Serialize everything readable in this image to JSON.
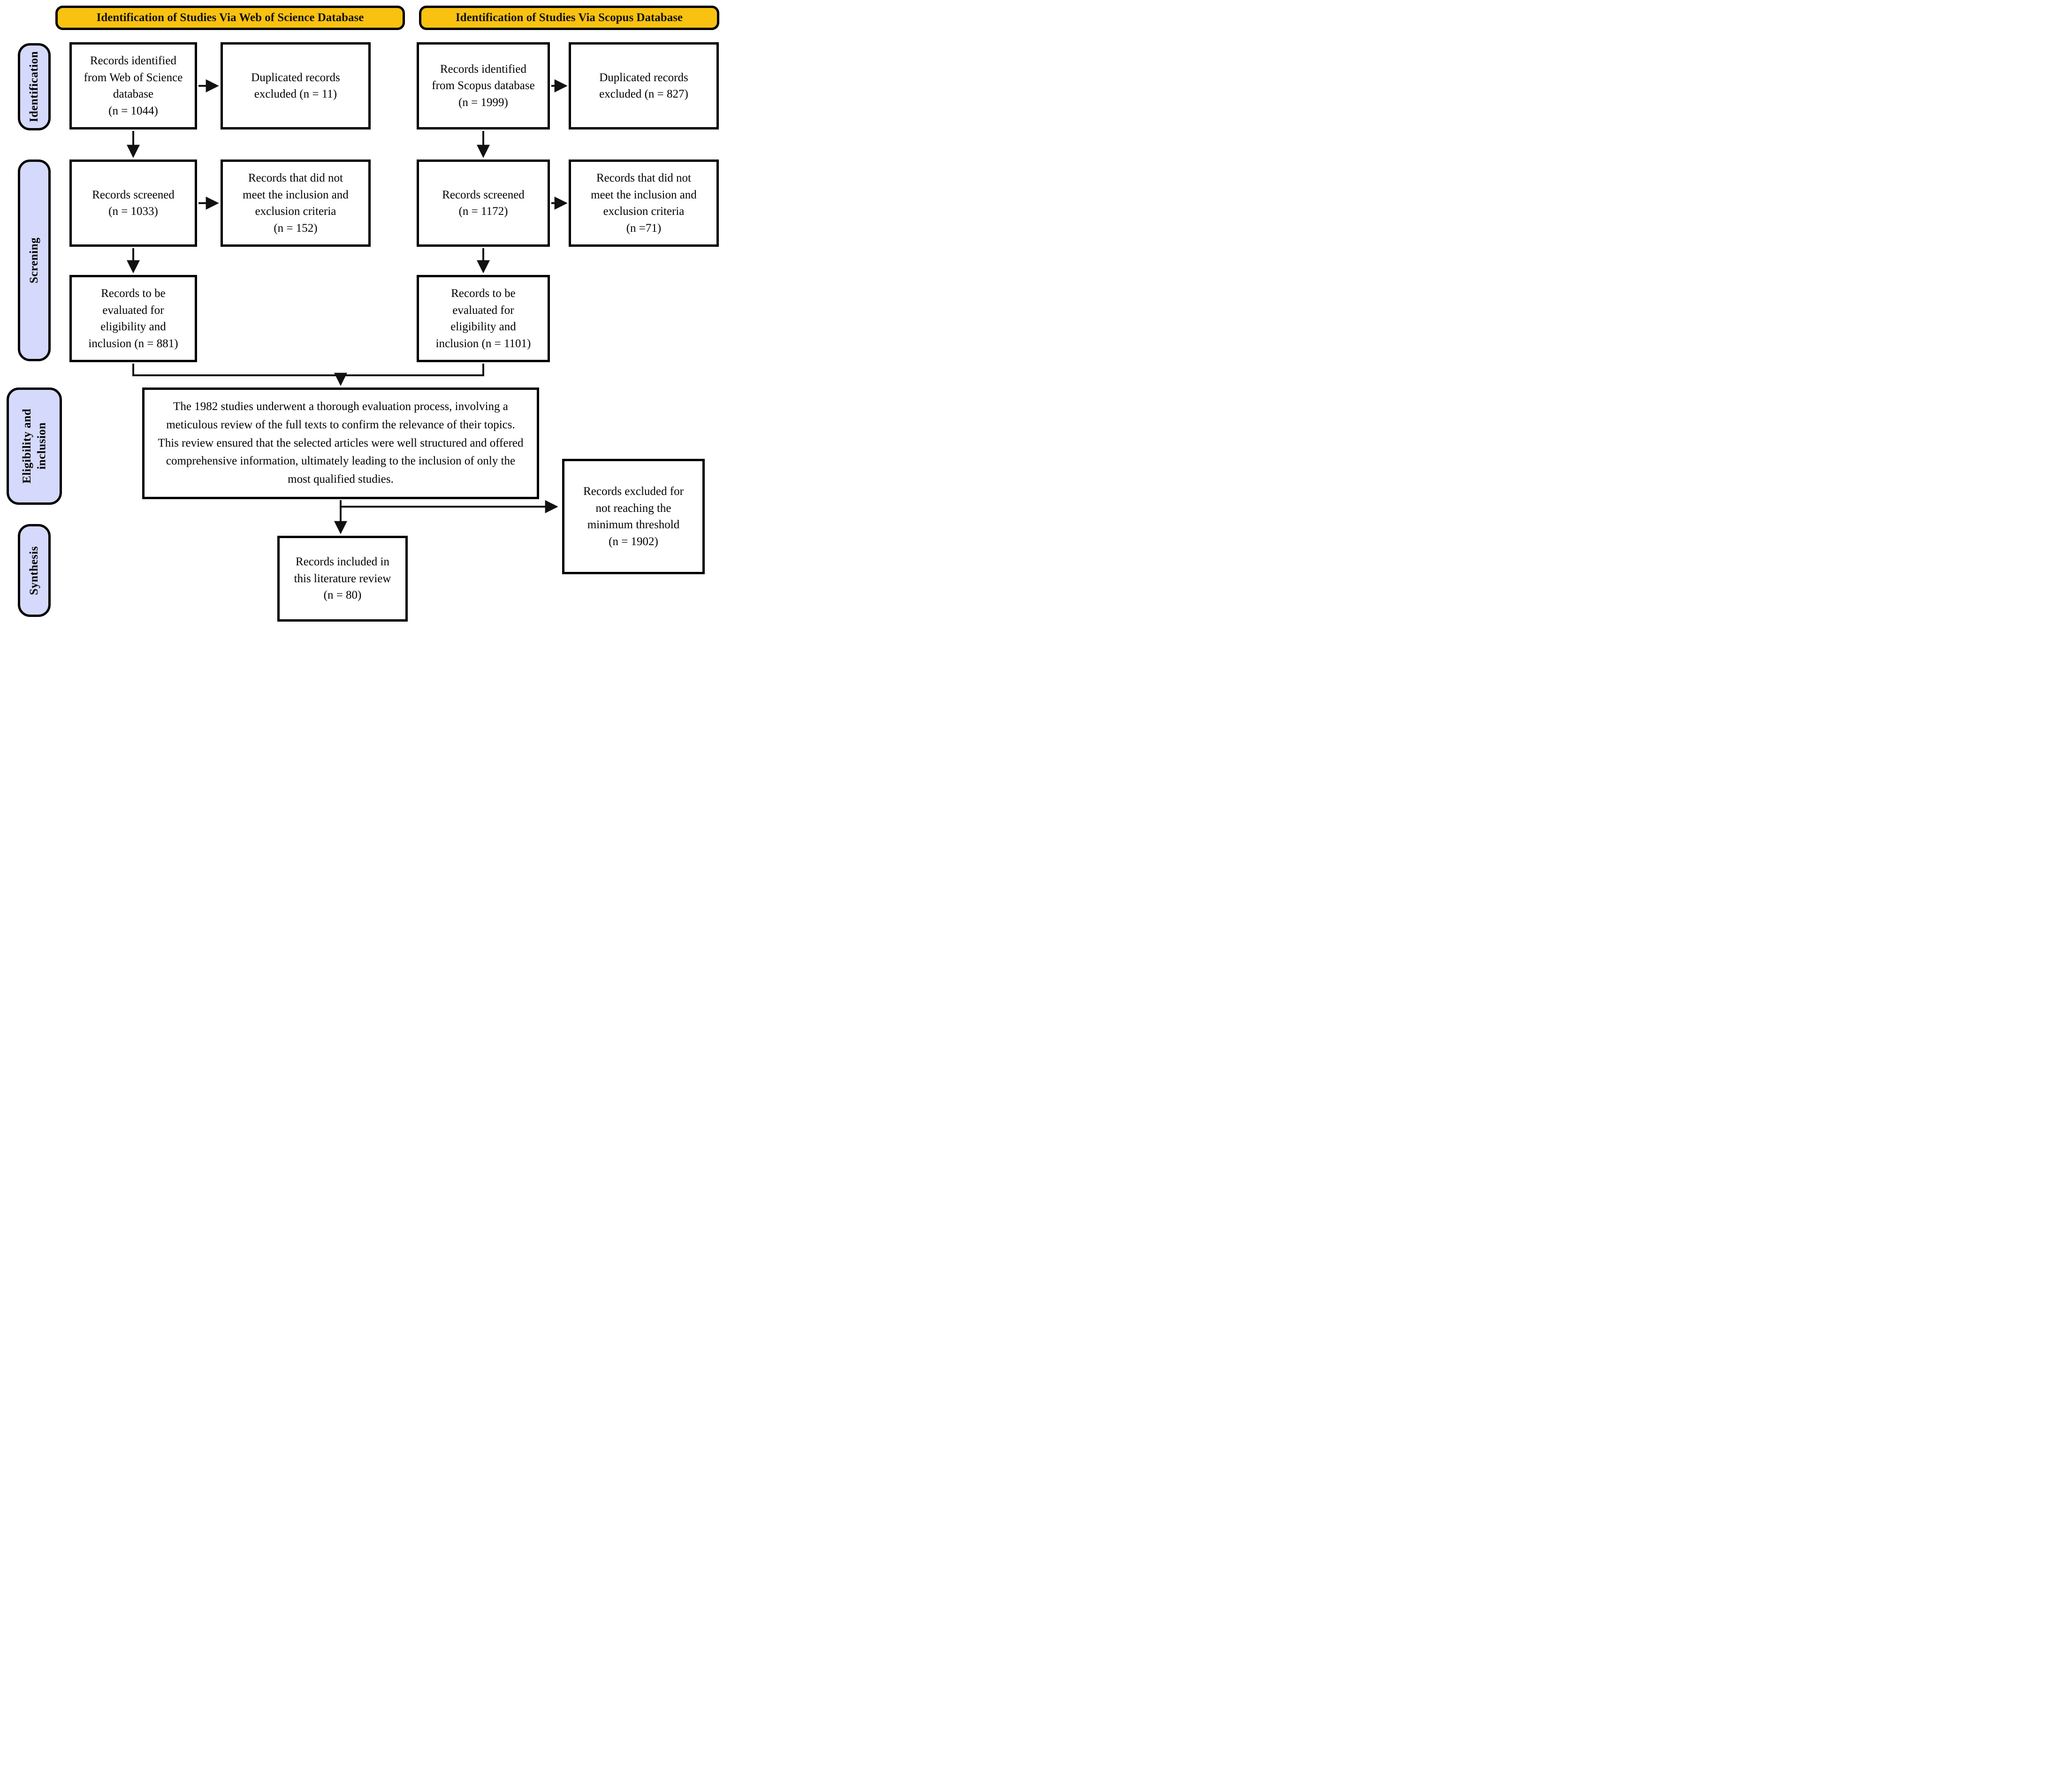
{
  "colors": {
    "banner_fill": "#f9c211",
    "stage_fill": "#d5d9fb",
    "box_fill": "#ffffff",
    "stroke": "#000000"
  },
  "banners": [
    {
      "label": "Identification of Studies Via Web of Science Database"
    },
    {
      "label": "Identification of Studies Via Scopus Database"
    }
  ],
  "stages": [
    {
      "label": "Identification"
    },
    {
      "label": "Screning"
    },
    {
      "label": "Eligibility and\ninclusion"
    },
    {
      "label": "Synthesis"
    }
  ],
  "boxes": {
    "wos_identified": "Records identified\nfrom Web of Science\ndatabase\n(n = 1044)",
    "wos_duplicates": "Duplicated records\nexcluded (n = 11)",
    "scopus_identified": "Records identified\nfrom Scopus database\n(n = 1999)",
    "scopus_duplicates": "Duplicated records\nexcluded  (n = 827)",
    "wos_screened": "Records screened\n(n = 1033)",
    "wos_criteria": "Records that did not\nmeet the inclusion and\nexclusion criteria\n(n = 152)",
    "scopus_screened": "Records screened\n(n = 1172)",
    "scopus_criteria": "Records that did not\nmeet the inclusion and\nexclusion criteria\n(n =71)",
    "wos_eligibility": "Records to be\nevaluated for\neligibility and\ninclusion (n = 881)",
    "scopus_eligibility": "Records to be\nevaluated for\neligibility and\ninclusion (n = 1101)",
    "evaluation_paragraph": "The 1982 studies underwent a thorough evaluation process, involving a meticulous review of the full texts to confirm the relevance of their topics. This review ensured that the selected articles were well structured and offered comprehensive information, ultimately leading to the inclusion of only the most qualified studies.",
    "excluded_threshold": "Records excluded for\nnot reaching the\nminimum threshold\n(n = 1902)",
    "included_final": "Records included in\nthis literature review\n(n = 80)"
  }
}
